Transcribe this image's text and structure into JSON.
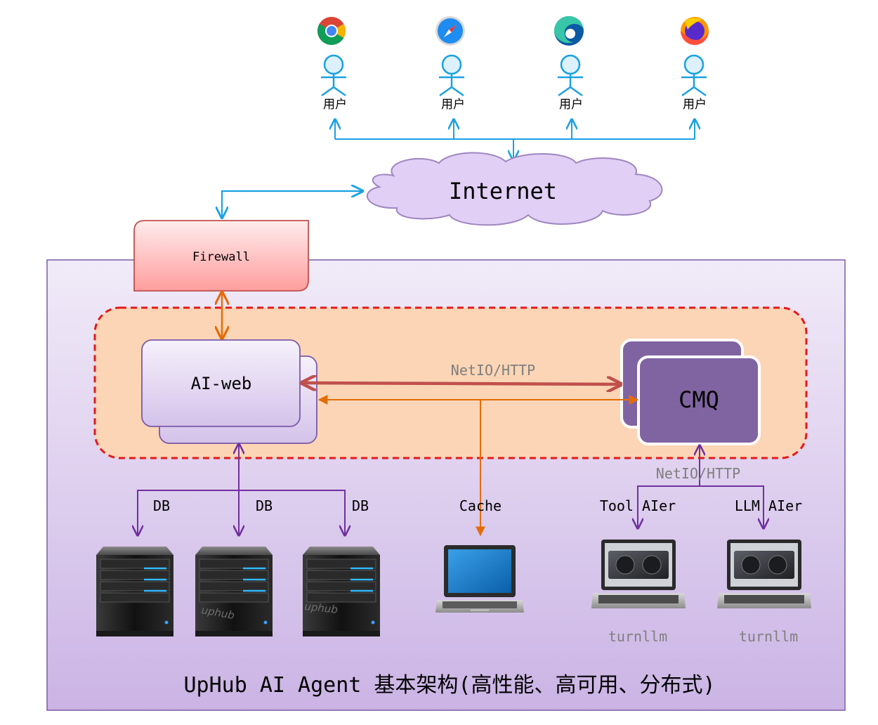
{
  "users": [
    {
      "label": "用户",
      "browser": "chrome-icon"
    },
    {
      "label": "用户",
      "browser": "safari-icon"
    },
    {
      "label": "用户",
      "browser": "edge-icon"
    },
    {
      "label": "用户",
      "browser": "firefox-icon"
    }
  ],
  "internet": {
    "label": "Internet"
  },
  "firewall": {
    "label": "Firewall"
  },
  "ai_web": {
    "label": "AI-web"
  },
  "cmq": {
    "label": "CMQ"
  },
  "links": {
    "web_to_cmq": "NetIO/HTTP",
    "cmq_to_workers": "NetIO/HTTP"
  },
  "db_nodes": [
    {
      "label": "DB",
      "brand": ""
    },
    {
      "label": "DB",
      "brand": "uphub"
    },
    {
      "label": "DB",
      "brand": "uphub"
    }
  ],
  "cache": {
    "label": "Cache"
  },
  "workers": [
    {
      "role": "Tool AIer",
      "name": "turnllm"
    },
    {
      "role": "LLM AIer",
      "name": "turnllm"
    }
  ],
  "caption": "UpHub AI Agent 基本架构(高性能、高可用、分布式)",
  "colors": {
    "outer_bg_top": "#efe8f7",
    "outer_bg_bottom": "#cdb6e6",
    "outer_border": "#7b5aa6",
    "cluster_fill": "#fbd5b5",
    "cluster_border": "#e31a1a",
    "firewall_top": "#ffe6e6",
    "firewall_bottom": "#ff9c9c",
    "firewall_border": "#c0504d",
    "cmq_fill": "#8064a2",
    "cloud_fill": "#e1cff5",
    "cloud_border": "#9f86c0",
    "user_arrow": "#1ba1e2",
    "orange_arrow": "#e36c09",
    "red_arrow": "#c0504d",
    "purple_arrow": "#7030a0"
  }
}
